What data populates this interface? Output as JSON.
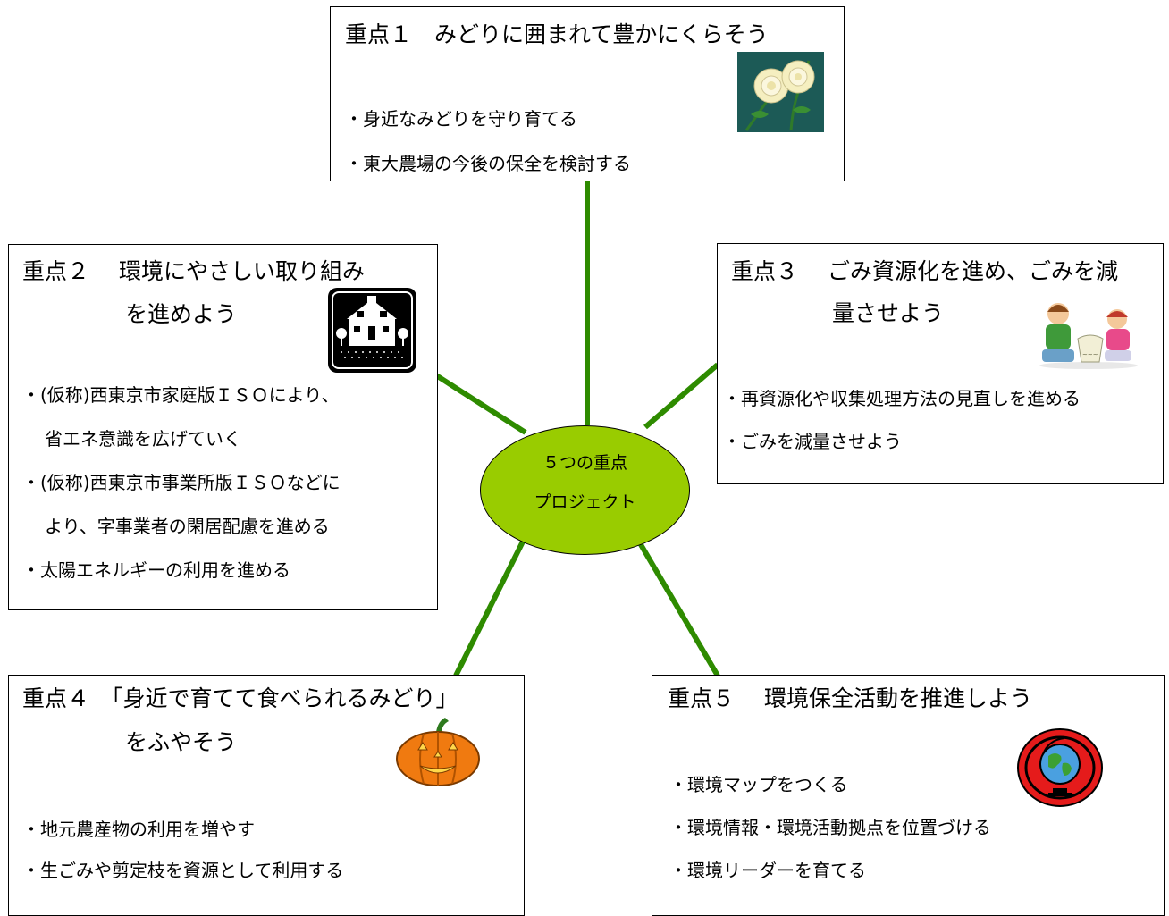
{
  "colors": {
    "connector": "#2e8b00",
    "hub_fill": "#99cc00",
    "border": "#000000"
  },
  "hub": {
    "line1": "５つの重点",
    "line2": "プロジェクト"
  },
  "p1": {
    "title": "重点１　みどりに囲まれて豊かにくらそう",
    "items": [
      "・身近なみどりを守り育てる",
      "・東大農場の今後の保全を検討する"
    ],
    "icon": "roses-icon"
  },
  "p2": {
    "title": "重点２　 環境にやさしい取り組み",
    "title2": "を進めよう",
    "items": [
      "・(仮称)西東京市家庭版ＩＳＯにより、",
      "省エネ意識を広げていく",
      "・(仮称)西東京市事業所版ＩＳＯなどに",
      "より、字事業者の閑居配慮を進める",
      "・太陽エネルギーの利用を進める"
    ],
    "icon": "house-icon"
  },
  "p3": {
    "title": "重点３　 ごみ資源化を進め、ごみを減",
    "title2": "量させよう",
    "items": [
      "・再資源化や収集処理方法の見直しを進める",
      "・ごみを減量させよう"
    ],
    "icon": "children-recycling-icon"
  },
  "p4": {
    "title": "重点４　「身近で育てて食べられるみどり」",
    "title2": "をふやそう",
    "items": [
      "・地元農産物の利用を増やす",
      "・生ごみや剪定枝を資源として利用する"
    ],
    "icon": "pumpkin-icon"
  },
  "p5": {
    "title": "重点５　 環境保全活動を推進しよう",
    "items": [
      "・環境マップをつくる",
      "・環境情報・環境活動拠点を位置づける",
      "・環境リーダーを育てる"
    ],
    "icon": "globe-icon"
  }
}
